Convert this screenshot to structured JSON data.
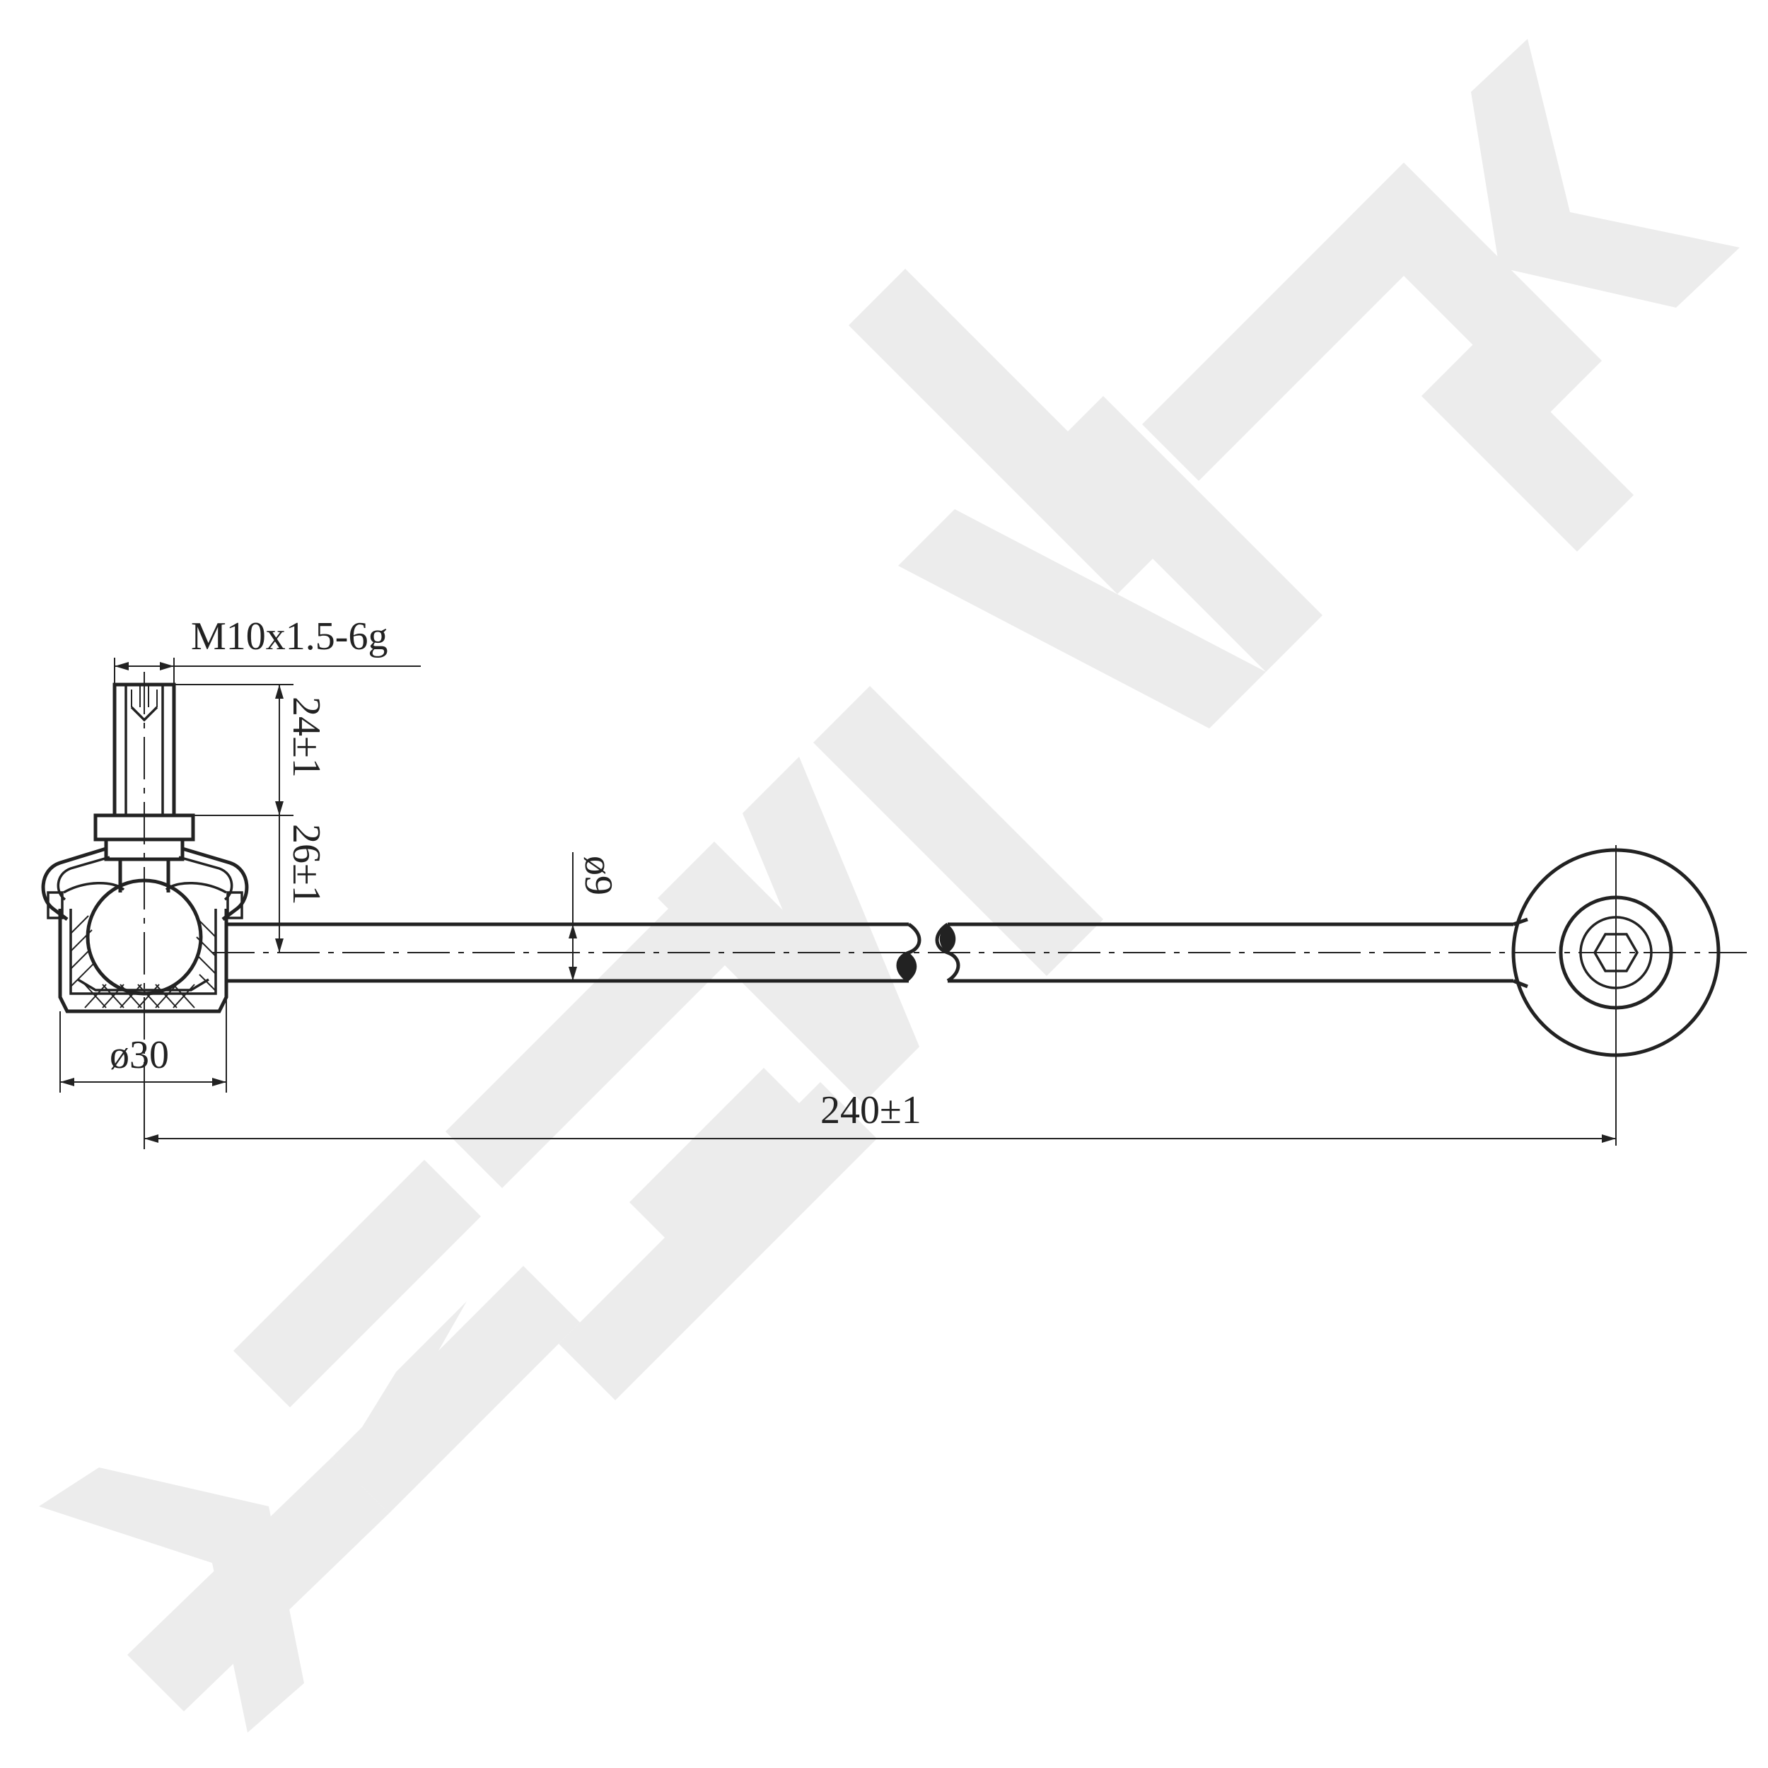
{
  "watermark": {
    "text": "ZENNEK",
    "color": "#ececec"
  },
  "dimensions": {
    "thread": "M10x1.5-6g",
    "stud_length": "24±1",
    "stud_height": "26±1",
    "rod_diameter": "ø9",
    "housing_diameter": "ø30",
    "overall_length": "240±1"
  },
  "colors": {
    "line": "#222222",
    "background": "#ffffff"
  }
}
